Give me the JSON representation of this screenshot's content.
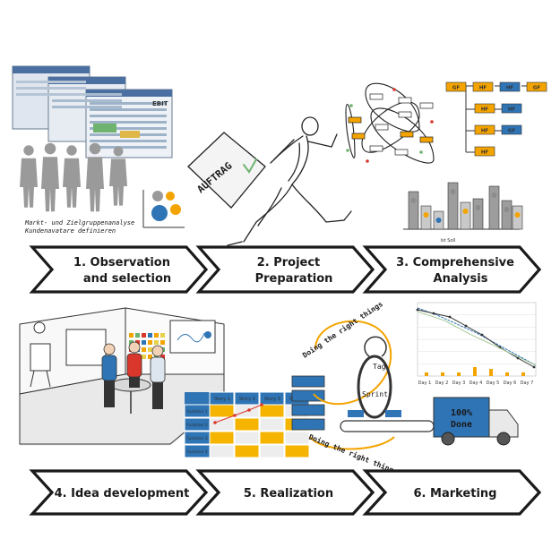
{
  "steps": [
    {
      "line1": "1. Observation",
      "line2": "and selection"
    },
    {
      "line1": "2. Project",
      "line2": "Preparation"
    },
    {
      "line1": "3. Comprehensive",
      "line2": "Analysis"
    },
    {
      "line1": "4. Idea development",
      "line2": ""
    },
    {
      "line1": "5. Realization",
      "line2": ""
    },
    {
      "line1": "6. Marketing",
      "line2": ""
    }
  ],
  "scene1": {
    "caption1": "Markt- und Zielgruppenanalyse",
    "caption2": "Kundenavatare definieren",
    "screen_label": "EBIT"
  },
  "scene2": {
    "sign_text": "AUFTRAG"
  },
  "scene3": {
    "node_labels": [
      "GF",
      "HF",
      "HF",
      "GF",
      "HF",
      "HF",
      "HF"
    ],
    "legend": "Ist   Soll"
  },
  "scene4": {
    "board_headers": [
      "Story 1",
      "Story 2",
      "Story 3",
      "Story 4"
    ],
    "board_rows": [
      "Funktion 1",
      "Funktion 2",
      "Funktion 3",
      "Funktion 4"
    ]
  },
  "scene5": {
    "loop_text_top": "Doing the right things",
    "loop_text_bottom": "Doing the right things",
    "tag_label": "Tag",
    "sprint_label": "Sprint",
    "truck_label_1": "100%",
    "truck_label_2": "Done",
    "burndown_days": [
      "Day 1",
      "Day 2",
      "Day 3",
      "Day 4",
      "Day 5",
      "Day 6",
      "Day 7"
    ]
  },
  "colors": {
    "accent_orange": "#f4a400",
    "accent_blue": "#2f74b5",
    "gray": "#8c8c8c",
    "red": "#d9372b"
  }
}
